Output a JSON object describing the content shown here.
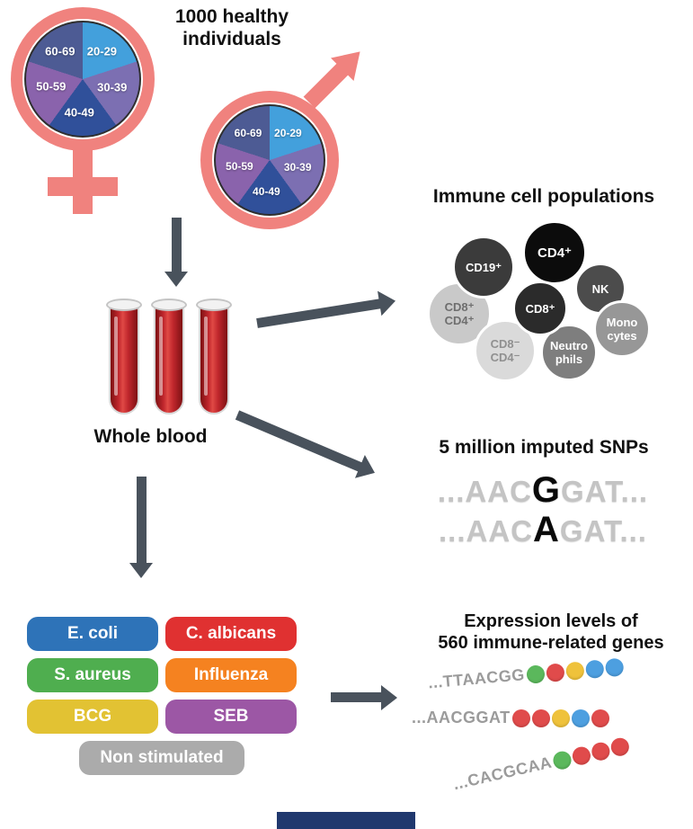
{
  "header": {
    "title": "1000 healthy\nindividuals"
  },
  "demographics": {
    "age_groups": [
      "20-29",
      "30-39",
      "40-49",
      "50-59",
      "60-69"
    ],
    "pie_colors": [
      "#43A0DC",
      "#7C6FB2",
      "#30509A",
      "#8A63AC",
      "#4D5B94"
    ],
    "symbol_color": "#F0827E"
  },
  "blood": {
    "label": "Whole blood"
  },
  "immune": {
    "title": "Immune cell populations",
    "cells": [
      {
        "label": "CD19⁺"
      },
      {
        "label": "CD4⁺"
      },
      {
        "label": "NK"
      },
      {
        "label": "CD8⁺"
      },
      {
        "label": "CD8⁺\nCD4⁺"
      },
      {
        "label": "CD8⁻\nCD4⁻"
      },
      {
        "label": "Neutro\nphils"
      },
      {
        "label": "Mono\ncytes"
      }
    ]
  },
  "snps": {
    "title": "5 million imputed SNPs",
    "lines": [
      {
        "pre": "...AAC",
        "variant": "G",
        "post": "GAT..."
      },
      {
        "pre": "...AAC",
        "variant": "A",
        "post": "GAT..."
      }
    ]
  },
  "stimuli": {
    "items": [
      {
        "label": "E. coli",
        "color": "#2E73B8"
      },
      {
        "label": "C. albicans",
        "color": "#E03131"
      },
      {
        "label": "S. aureus",
        "color": "#4FAE4F"
      },
      {
        "label": "Influenza",
        "color": "#F58220"
      },
      {
        "label": "BCG",
        "color": "#E2C233"
      },
      {
        "label": "SEB",
        "color": "#9C57A5"
      },
      {
        "label": "Non stimulated",
        "color": "#ABABAB"
      }
    ]
  },
  "expression": {
    "title": "Expression levels of\n560 immune-related genes",
    "bead_colors": {
      "green": "#5BB85C",
      "red": "#E04B4B",
      "yellow": "#EFC23B",
      "blue": "#4D9FE0"
    },
    "sequences": [
      {
        "text": "...TTAACGG",
        "beads": [
          "green",
          "red",
          "yellow",
          "blue",
          "blue"
        ]
      },
      {
        "text": "...AACGGAT",
        "beads": [
          "red",
          "red",
          "yellow",
          "blue",
          "red"
        ]
      },
      {
        "text": "...CACGCAA",
        "beads": [
          "green",
          "red",
          "red",
          "red"
        ]
      }
    ]
  }
}
